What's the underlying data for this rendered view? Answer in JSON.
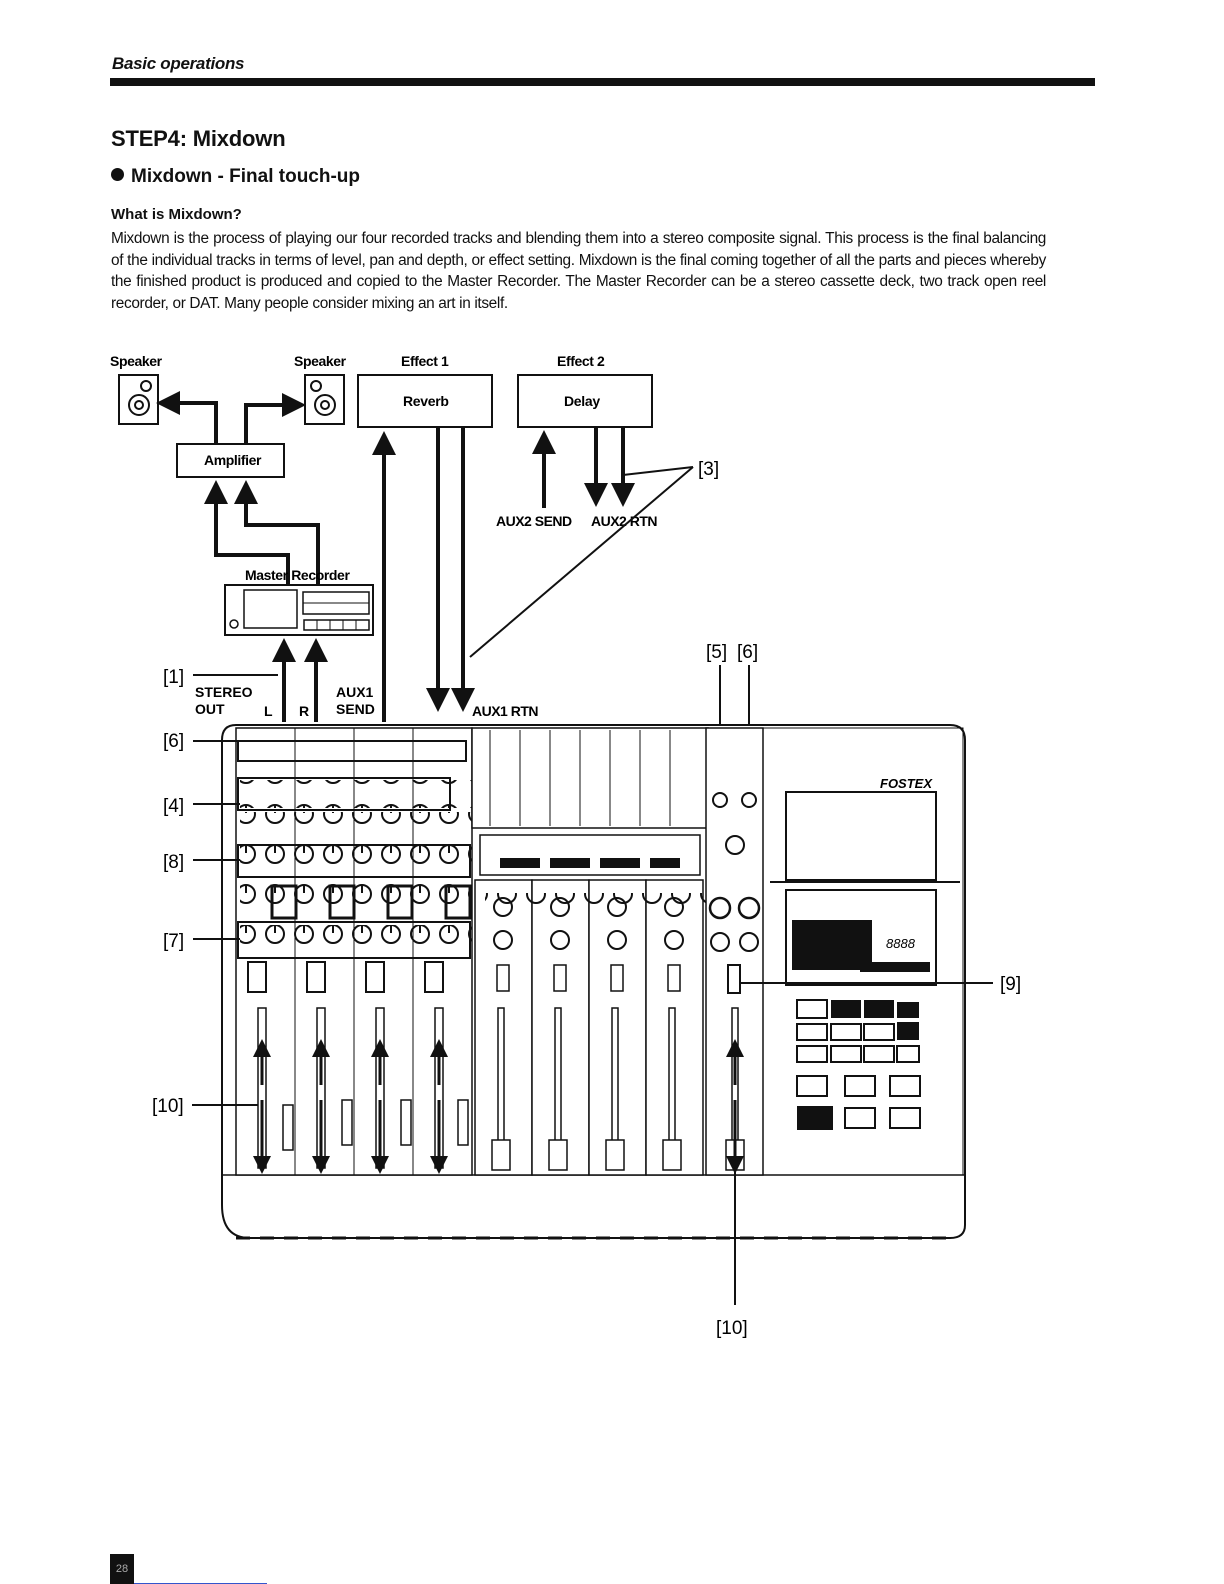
{
  "header": {
    "running_head": "Basic operations"
  },
  "section": {
    "title": "STEP4: Mixdown",
    "subtitle": "Mixdown - Final touch-up",
    "question": "What is Mixdown?",
    "body": "Mixdown is the process of playing our four recorded tracks and blending them into a stereo composite signal. This process is the final balancing of the individual tracks in terms of level, pan and depth, or effect setting. Mixdown is the final coming together of all the parts and pieces whereby the finished product is produced and copied to the Master Recorder. The Master Recorder can be a stereo cassette deck, two track open reel recorder, or DAT. Many people consider mixing an art in itself."
  },
  "diagram": {
    "speaker_left": "Speaker",
    "speaker_right": "Speaker",
    "effect1_title": "Effect 1",
    "effect1_name": "Reverb",
    "effect2_title": "Effect 2",
    "effect2_name": "Delay",
    "amplifier": "Amplifier",
    "master_recorder": "Master Recorder",
    "aux2_send": "AUX2 SEND",
    "aux2_rtn": "AUX2 RTN",
    "stereo_out": "STEREO",
    "stereo_out2": "OUT",
    "l": "L",
    "r": "R",
    "aux1_send1": "AUX1",
    "aux1_send2": "SEND",
    "aux1_rtn": "AUX1 RTN",
    "brand": "FOSTEX",
    "display_digits": "8888",
    "callouts": {
      "c1": "[1]",
      "c3": "[3]",
      "c4": "[4]",
      "c5": "[5]",
      "c6a": "[6]",
      "c6b": "[6]",
      "c7": "[7]",
      "c8": "[8]",
      "c9": "[9]",
      "c10a": "[10]",
      "c10b": "[10]"
    }
  },
  "footer": {
    "page_number": "28"
  }
}
